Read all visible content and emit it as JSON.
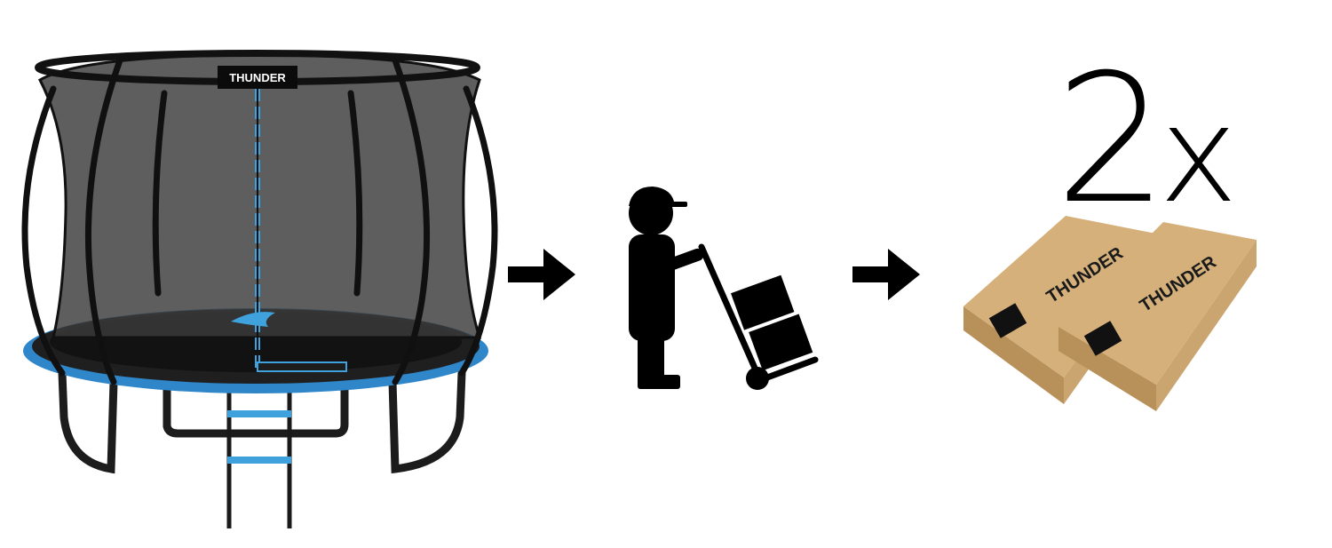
{
  "brand": {
    "logo_text": "THUNDER",
    "accent_color": "#3fa2dd",
    "box_color": "#c9a26a"
  },
  "quantity": {
    "number": "2",
    "multiplier": "x"
  },
  "icons": {
    "flow_arrow_1": "arrow-right-icon",
    "courier": "delivery-man-icon",
    "flow_arrow_2": "arrow-right-icon"
  }
}
